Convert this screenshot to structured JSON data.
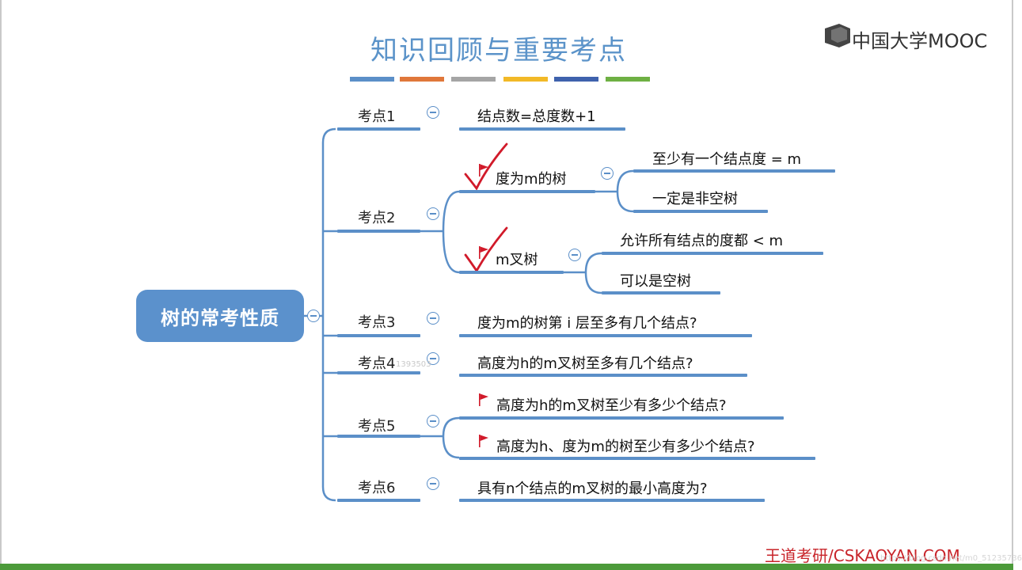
{
  "title": "知识回顾与重要考点",
  "logo_text": "中国大学MOOC",
  "colors": {
    "accent_blue": "#5b8fc8",
    "root_fill": "#5b91cc",
    "title_blue": "#5b93c9",
    "check_red": "#d11a2a",
    "footer_red": "#c8242a",
    "bottom_green": "#4c9a3a"
  },
  "color_bar": [
    "#5b8fc8",
    "#e0773a",
    "#a5a5a5",
    "#f2b927",
    "#3f62ad",
    "#6eb043"
  ],
  "root": "树的常考性质",
  "branches": [
    {
      "label": "考点1",
      "leaves": [
        "结点数=总度数+1"
      ]
    },
    {
      "label": "考点2",
      "subs": [
        {
          "label": "度为m的树",
          "flag": true,
          "checked": true,
          "leaves": [
            "至少有一个结点度 = m",
            "一定是非空树"
          ]
        },
        {
          "label": "m叉树",
          "flag": true,
          "checked": true,
          "leaves": [
            "允许所有结点的度都 < m",
            "可以是空树"
          ]
        }
      ]
    },
    {
      "label": "考点3",
      "leaves": [
        "度为m的树第 i 层至多有几个结点?"
      ]
    },
    {
      "label": "考点4",
      "leaves": [
        "高度为h的m叉树至多有几个结点?"
      ]
    },
    {
      "label": "考点5",
      "leaves": [
        "高度为h的m叉树至少有多少个结点?",
        "高度为h、度为m的树至少有多少个结点?"
      ]
    },
    {
      "label": "考点6",
      "leaves": [
        "具有n个结点的m叉树的最小高度为?"
      ]
    }
  ],
  "footer_brand": "王道考研/CSKAOYAN.COM",
  "watermark": "1393503",
  "watermark_url": "https://blog.csdn.net/m0_51235736"
}
